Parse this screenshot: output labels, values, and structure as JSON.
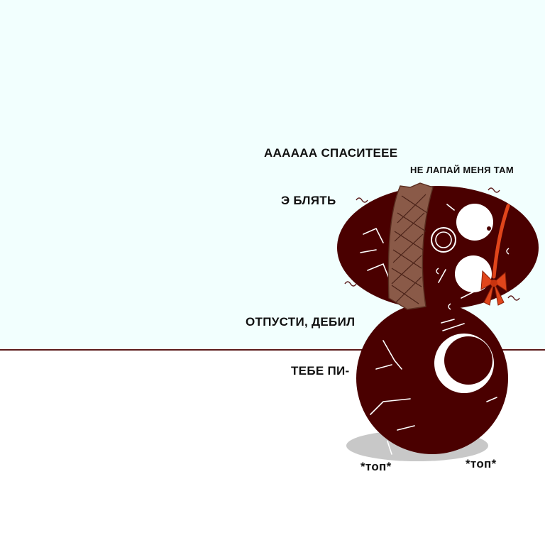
{
  "captions": {
    "help": "АААААА СПАСИТЕЕЕ",
    "dont_touch": "НЕ ЛАПАЙ МЕНЯ ТАМ",
    "swear": "Э БЛЯТЬ",
    "let_go": "ОТПУСТИ, ДЕБИЛ",
    "you_pi": "ТЕБЕ ПИ-",
    "stomp_left": "*топ*",
    "stomp_right": "*топ*"
  },
  "colors": {
    "sky": "#f2fffe",
    "ground": "#ffffff",
    "horizon": "#5a1a1a",
    "body": "#4a0000",
    "shadow": "#c8c8c8",
    "rope": "#8a5a48",
    "bow": "#e0451b",
    "eye": "#ffffff"
  }
}
